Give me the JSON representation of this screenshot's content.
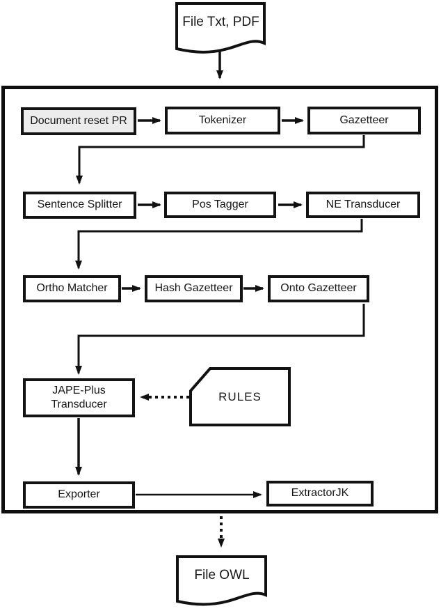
{
  "flow": {
    "input_doc": "File Txt, PDF",
    "stages": {
      "document_reset": "Document reset PR",
      "tokenizer": "Tokenizer",
      "gazetteer": "Gazetteer",
      "sentence_splitter": "Sentence Splitter",
      "pos_tagger": "Pos Tagger",
      "ne_transducer": "NE Transducer",
      "ortho_matcher": "Ortho Matcher",
      "hash_gazetteer": "Hash Gazetteer",
      "onto_gazetteer": "Onto Gazetteer",
      "jape_transducer_line1": "JAPE-Plus",
      "jape_transducer_line2": "Transducer",
      "exporter": "Exporter",
      "extractor": "ExtractorJK"
    },
    "rules_label": "RULES",
    "output_doc": "File OWL",
    "colors": {
      "line": "#111111",
      "box_fill": "#ffffff",
      "highlight_fill": "#ececec"
    }
  }
}
